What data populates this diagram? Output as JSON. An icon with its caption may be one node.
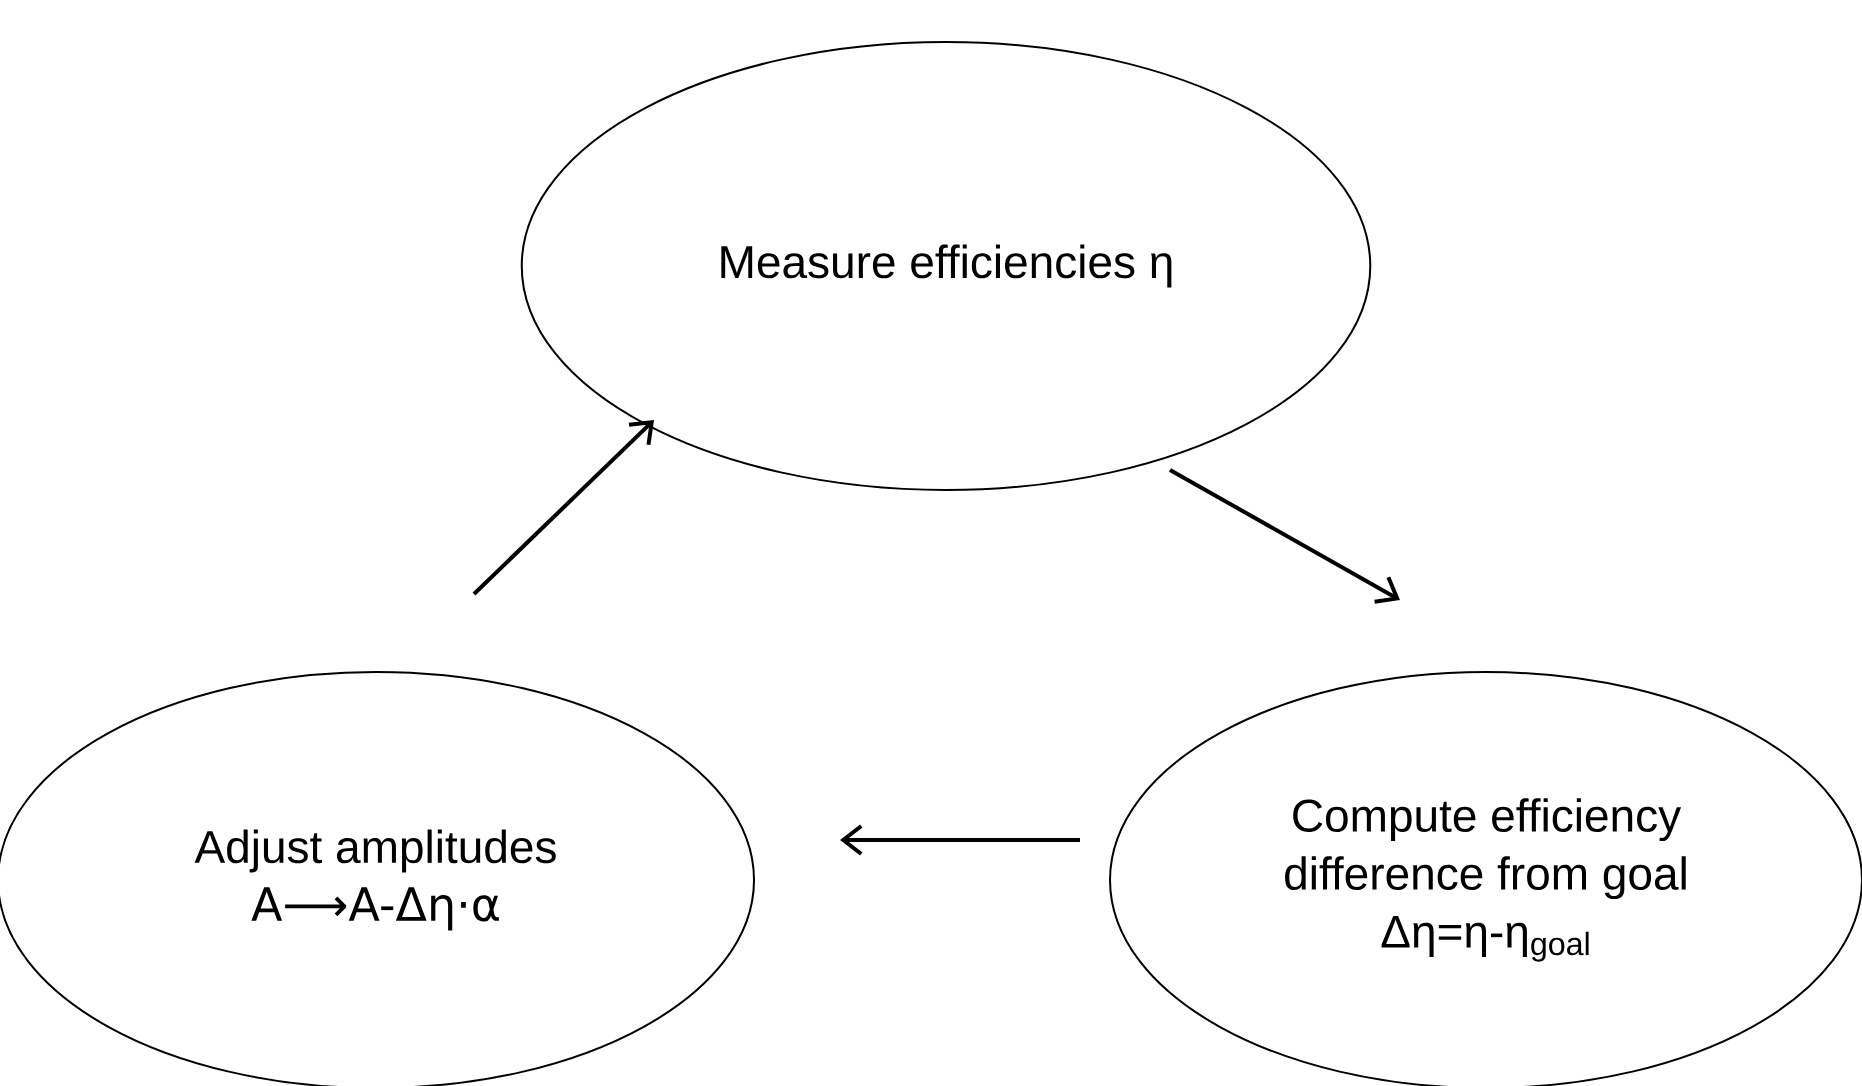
{
  "diagram": {
    "nodes": [
      {
        "text": [
          "Measure efficiencies η"
        ]
      },
      {
        "text": [
          "Compute efficiency difference from goal",
          "Δη=η-η$_{goal}$"
        ]
      },
      {
        "text": [
          "Adjust amplitudes",
          "A⟶A-Δη·α"
        ]
      }
    ],
    "edges": [
      {
        "from": 2,
        "to": 0,
        "arrow": "to"
      },
      {
        "from": 0,
        "to": 1,
        "arrow": "to"
      },
      {
        "from": 1,
        "to": 2,
        "arrow": "to"
      }
    ]
  }
}
